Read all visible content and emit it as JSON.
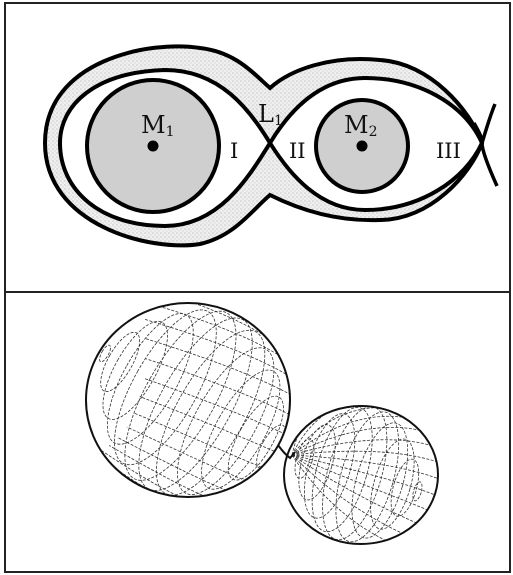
{
  "top_panel": {
    "masses": [
      {
        "letter": "M",
        "sub": "1"
      },
      {
        "letter": "M",
        "sub": "2"
      }
    ],
    "lagrange_point": {
      "letter": "L",
      "sub": "1"
    },
    "regions": [
      "I",
      "II",
      "III"
    ]
  },
  "bottom_panel": {
    "shape": "wireframe-roche-lobes"
  }
}
